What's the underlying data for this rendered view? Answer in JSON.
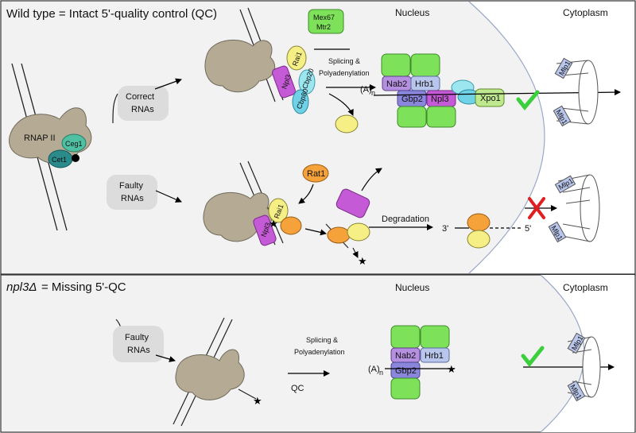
{
  "panel1": {
    "title": "Wild type = Intact 5'-quality control (QC)",
    "nucleus_label": "Nucleus",
    "cytoplasm_label": "Cytoplasm",
    "rnap_label": "RNAP II",
    "cet1_label": "Cet1",
    "ceg1_label": "Ceg1",
    "correct_rnas_label_1": "Correct",
    "correct_rnas_label_2": "RNAs",
    "faulty_rnas_label_1": "Faulty",
    "faulty_rnas_label_2": "RNAs",
    "mex67_label": "Mex67",
    "mtr2_label": "Mtr2",
    "rai1_label": "Rai1",
    "npl3_label": "Npl3",
    "cbp20_label": "Cbp20",
    "cbp80_label": "Cbp80",
    "splicing_label_1": "Splicing &",
    "splicing_label_2": "Polyadenylation",
    "polya_label": "(A)",
    "polya_sub": "n",
    "nab2_label": "Nab2",
    "hrb1_label": "Hrb1",
    "gbp2_label": "Gbp2",
    "npl3_complex_label": "Npl3",
    "xpo1_label": "Xpo1",
    "mlp1_top": "Mlp1",
    "mlp1_bottom": "Mlp1",
    "rat1_label": "Rat1",
    "rai1_faulty_label": "Rai1",
    "npl3_faulty_label": "Npl3",
    "degradation_label": "Degradation",
    "three_prime": "3'",
    "five_prime": "5'",
    "mlp1_faulty_top": "Mlp1",
    "mlp1_faulty_bottom": "Mlp1"
  },
  "panel2": {
    "title_italic": "npl3Δ",
    "title_rest": " = Missing 5'-QC",
    "nucleus_label": "Nucleus",
    "cytoplasm_label": "Cytoplasm",
    "faulty_rnas_label_1": "Faulty",
    "faulty_rnas_label_2": "RNAs",
    "splicing_label_1": "Splicing &",
    "splicing_label_2": "Polyadenylation",
    "qc_label": "QC",
    "polya_label": "(A)",
    "polya_sub": "n",
    "nab2_label": "Nab2",
    "hrb1_label": "Hrb1",
    "gbp2_label": "Gbp2",
    "mlp1_top": "Mlp1",
    "mlp1_bottom": "Mlp1"
  },
  "colors": {
    "green_protein": "#7ee15a",
    "purple_npl3": "#c55ad6",
    "nab2": "#b58fe0",
    "hrb1": "#b9c6ec",
    "gbp2": "#8a86dc",
    "rai1_yellow": "#f5ef86",
    "cbp_blue": "#6fd2e6",
    "rat1_orange": "#f6a23a",
    "xpo1": "#bfe98e",
    "rnap_tan": "#b5ab94",
    "bubble_gray": "#dcdcdc",
    "check_green": "#3bcf3b",
    "cross_red": "#e02020"
  }
}
